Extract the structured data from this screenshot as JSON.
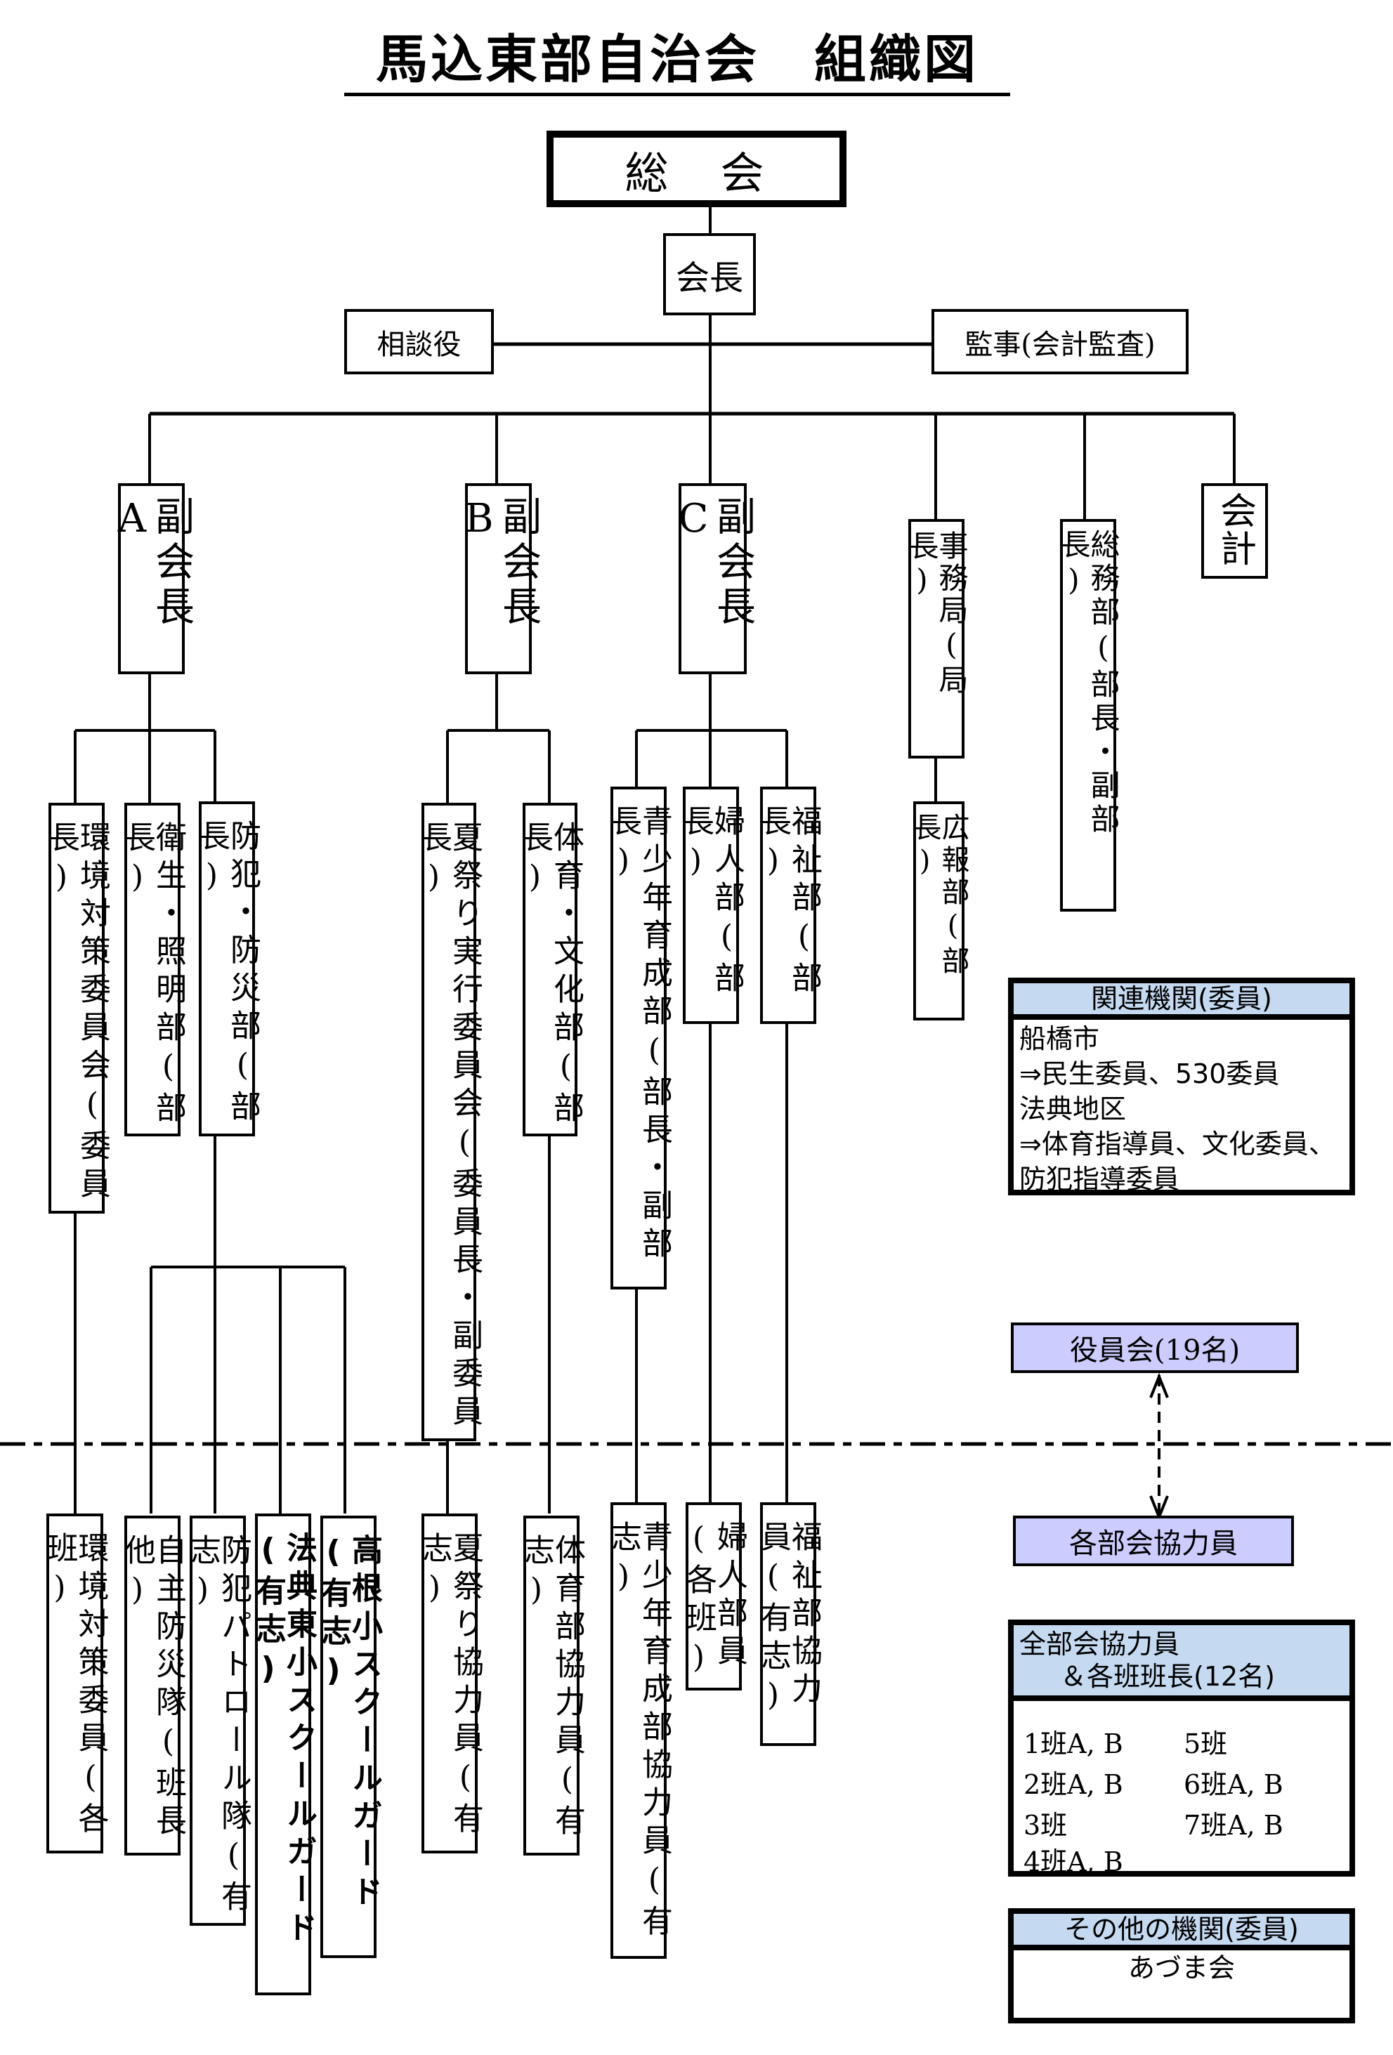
{
  "title": "馬込東部自治会　組織図",
  "top": {
    "general_assembly": "総　会",
    "president": "会長",
    "advisor": "相談役",
    "auditor": "監事(会計監査)"
  },
  "executives": {
    "vp_a": "副会長A",
    "vp_b": "副会長B",
    "vp_c": "副会長C",
    "secretariat": "事務局(局長)",
    "general_affairs": "総務部(部長・副部長)",
    "accounting": "会計",
    "public_relations": "広報部(部長)"
  },
  "departments": {
    "environment": "環境対策委員会(委員長)",
    "sanitation": "衛生・照明部(部長)",
    "crime_disaster": "防犯・防災部(部長)",
    "summer_festival": "夏祭り実行委員会(委員長・副委員長)",
    "sports_culture": "体育・文化部(部長)",
    "youth": "青少年育成部(部長・副部長)",
    "women": "婦人部(部長)",
    "welfare": "福祉部(部長)"
  },
  "members": {
    "environment": "環境対策委員(各班)",
    "self_defense": "自主防災隊(班長他)",
    "patrol": "防犯パトロール隊(有志)",
    "hoten_guard": "法典東小スクールガード(有志)",
    "takane_guard": "高根小スクールガード(有志)",
    "festival": "夏祭り協力員(有志)",
    "sports": "体育部協力員(有志)",
    "youth": "青少年育成部協力員(有志)",
    "women": "婦人部員(各班)",
    "welfare": "福祉部協力員(有志)"
  },
  "side": {
    "related": {
      "header": "関連機関(委員)",
      "lines": [
        "船橋市",
        "⇒民生委員、530委員",
        "法典地区",
        "⇒体育指導員、文化委員、",
        "防犯指導委員"
      ]
    },
    "board": "役員会(19名)",
    "cooperators": "各部会協力員",
    "all_members": {
      "header_line1": "全部会協力員",
      "header_line2": "＆各班班長(12名)",
      "groups_left": [
        "1班A, B",
        "2班A, B",
        "3班",
        "4班A, B"
      ],
      "groups_right": [
        "5班",
        "6班A, B",
        "7班A, B"
      ]
    },
    "other": {
      "header": "その他の機関(委員)",
      "body": "あづま会"
    }
  },
  "colors": {
    "panel_header": "#c5d9f1",
    "pill_fill": "#ccccff"
  }
}
